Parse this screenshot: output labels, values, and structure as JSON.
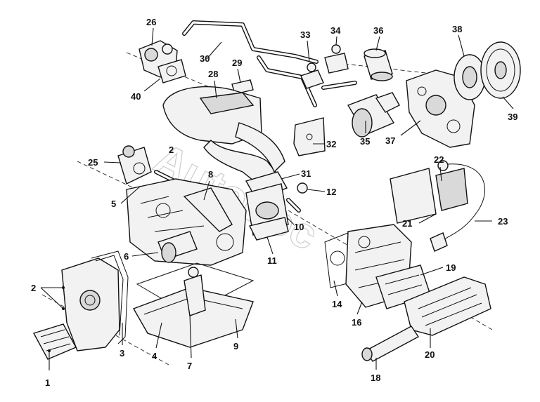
{
  "callouts": [
    {
      "id": "1",
      "label": "1"
    },
    {
      "id": "2a",
      "label": "2"
    },
    {
      "id": "2b",
      "label": "2"
    },
    {
      "id": "3",
      "label": "3"
    },
    {
      "id": "4",
      "label": "4"
    },
    {
      "id": "5",
      "label": "5"
    },
    {
      "id": "6",
      "label": "6"
    },
    {
      "id": "7",
      "label": "7"
    },
    {
      "id": "8",
      "label": "8"
    },
    {
      "id": "9",
      "label": "9"
    },
    {
      "id": "10",
      "label": "10"
    },
    {
      "id": "11",
      "label": "11"
    },
    {
      "id": "12",
      "label": "12"
    },
    {
      "id": "14",
      "label": "14"
    },
    {
      "id": "16",
      "label": "16"
    },
    {
      "id": "18",
      "label": "18"
    },
    {
      "id": "19",
      "label": "19"
    },
    {
      "id": "20",
      "label": "20"
    },
    {
      "id": "21",
      "label": "21"
    },
    {
      "id": "22",
      "label": "22"
    },
    {
      "id": "23",
      "label": "23"
    },
    {
      "id": "25",
      "label": "25"
    },
    {
      "id": "26",
      "label": "26"
    },
    {
      "id": "28",
      "label": "28"
    },
    {
      "id": "29",
      "label": "29"
    },
    {
      "id": "30",
      "label": "30"
    },
    {
      "id": "31",
      "label": "31"
    },
    {
      "id": "32",
      "label": "32"
    },
    {
      "id": "33",
      "label": "33"
    },
    {
      "id": "34",
      "label": "34"
    },
    {
      "id": "35",
      "label": "35"
    },
    {
      "id": "36",
      "label": "36"
    },
    {
      "id": "37",
      "label": "37"
    },
    {
      "id": "38",
      "label": "38"
    },
    {
      "id": "39",
      "label": "39"
    },
    {
      "id": "40",
      "label": "40"
    }
  ],
  "watermark": "Autodoc"
}
